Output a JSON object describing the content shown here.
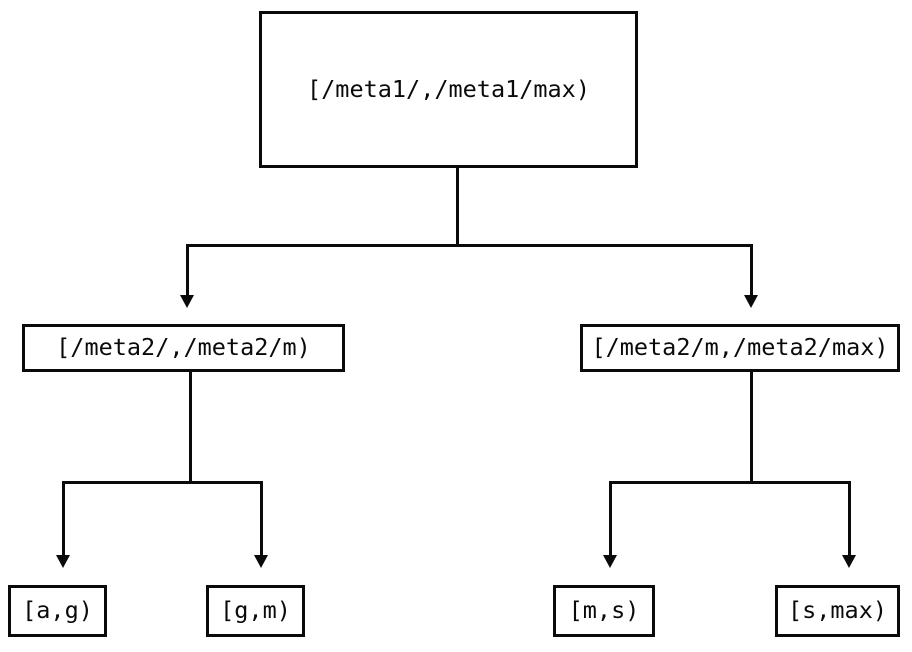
{
  "diagram": {
    "type": "interval-partition-tree",
    "background_color": "#ffffff",
    "stroke_color": "#0a0a0a",
    "root": {
      "id": "root",
      "label": "[/meta1/,/meta1/max)"
    },
    "level2": [
      {
        "id": "meta2-low",
        "label": "[/meta2/,/meta2/m)"
      },
      {
        "id": "meta2-high",
        "label": "[/meta2/m,/meta2/max)"
      }
    ],
    "leaves": [
      {
        "id": "leaf-a-g",
        "label": "[a,g)"
      },
      {
        "id": "leaf-g-m",
        "label": "[g,m)"
      },
      {
        "id": "leaf-m-s",
        "label": "[m,s)"
      },
      {
        "id": "leaf-s-max",
        "label": "[s,max)"
      }
    ]
  }
}
